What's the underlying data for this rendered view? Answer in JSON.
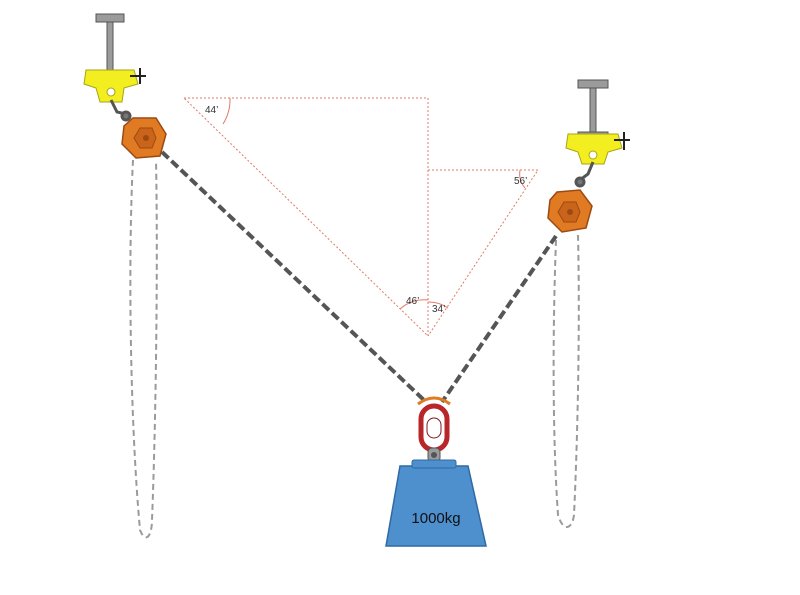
{
  "diagram": {
    "weight_label": "1000kg",
    "angles": {
      "top_left": "44’",
      "right_triangle": "56’",
      "bottom_left": "46’",
      "bottom_right": "34’"
    }
  },
  "colors": {
    "clamp": "#f2ee1f",
    "hoist": "#e07a23",
    "hoist_dark": "#9c4a12",
    "chain": "#555555",
    "slack_chain": "#9a9a9a",
    "guide_lines": "#e07a6a",
    "beam": "#9b9b9b",
    "master_link": "#b8262a",
    "weight": "#4e8fce"
  }
}
